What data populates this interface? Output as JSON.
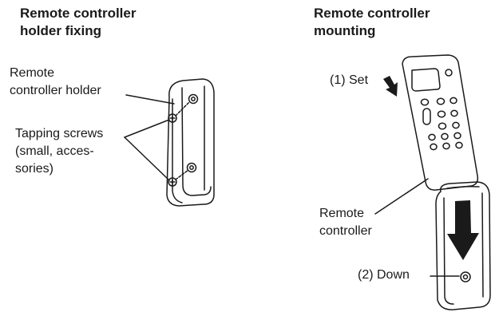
{
  "left_panel": {
    "title_line1": "Remote controller",
    "title_line2": "holder fixing",
    "holder_label_line1": "Remote",
    "holder_label_line2": "controller holder",
    "screws_label_line1": "Tapping screws",
    "screws_label_line2": "(small, acces-",
    "screws_label_line3": "sories)"
  },
  "right_panel": {
    "title_line1": "Remote controller",
    "title_line2": "mounting",
    "step1_label": "(1) Set",
    "controller_label_line1": "Remote",
    "controller_label_line2": "controller",
    "step2_label": "(2) Down"
  },
  "colors": {
    "line": "#1a1a1a",
    "arrow": "#1a1a1a",
    "background": "#ffffff"
  }
}
